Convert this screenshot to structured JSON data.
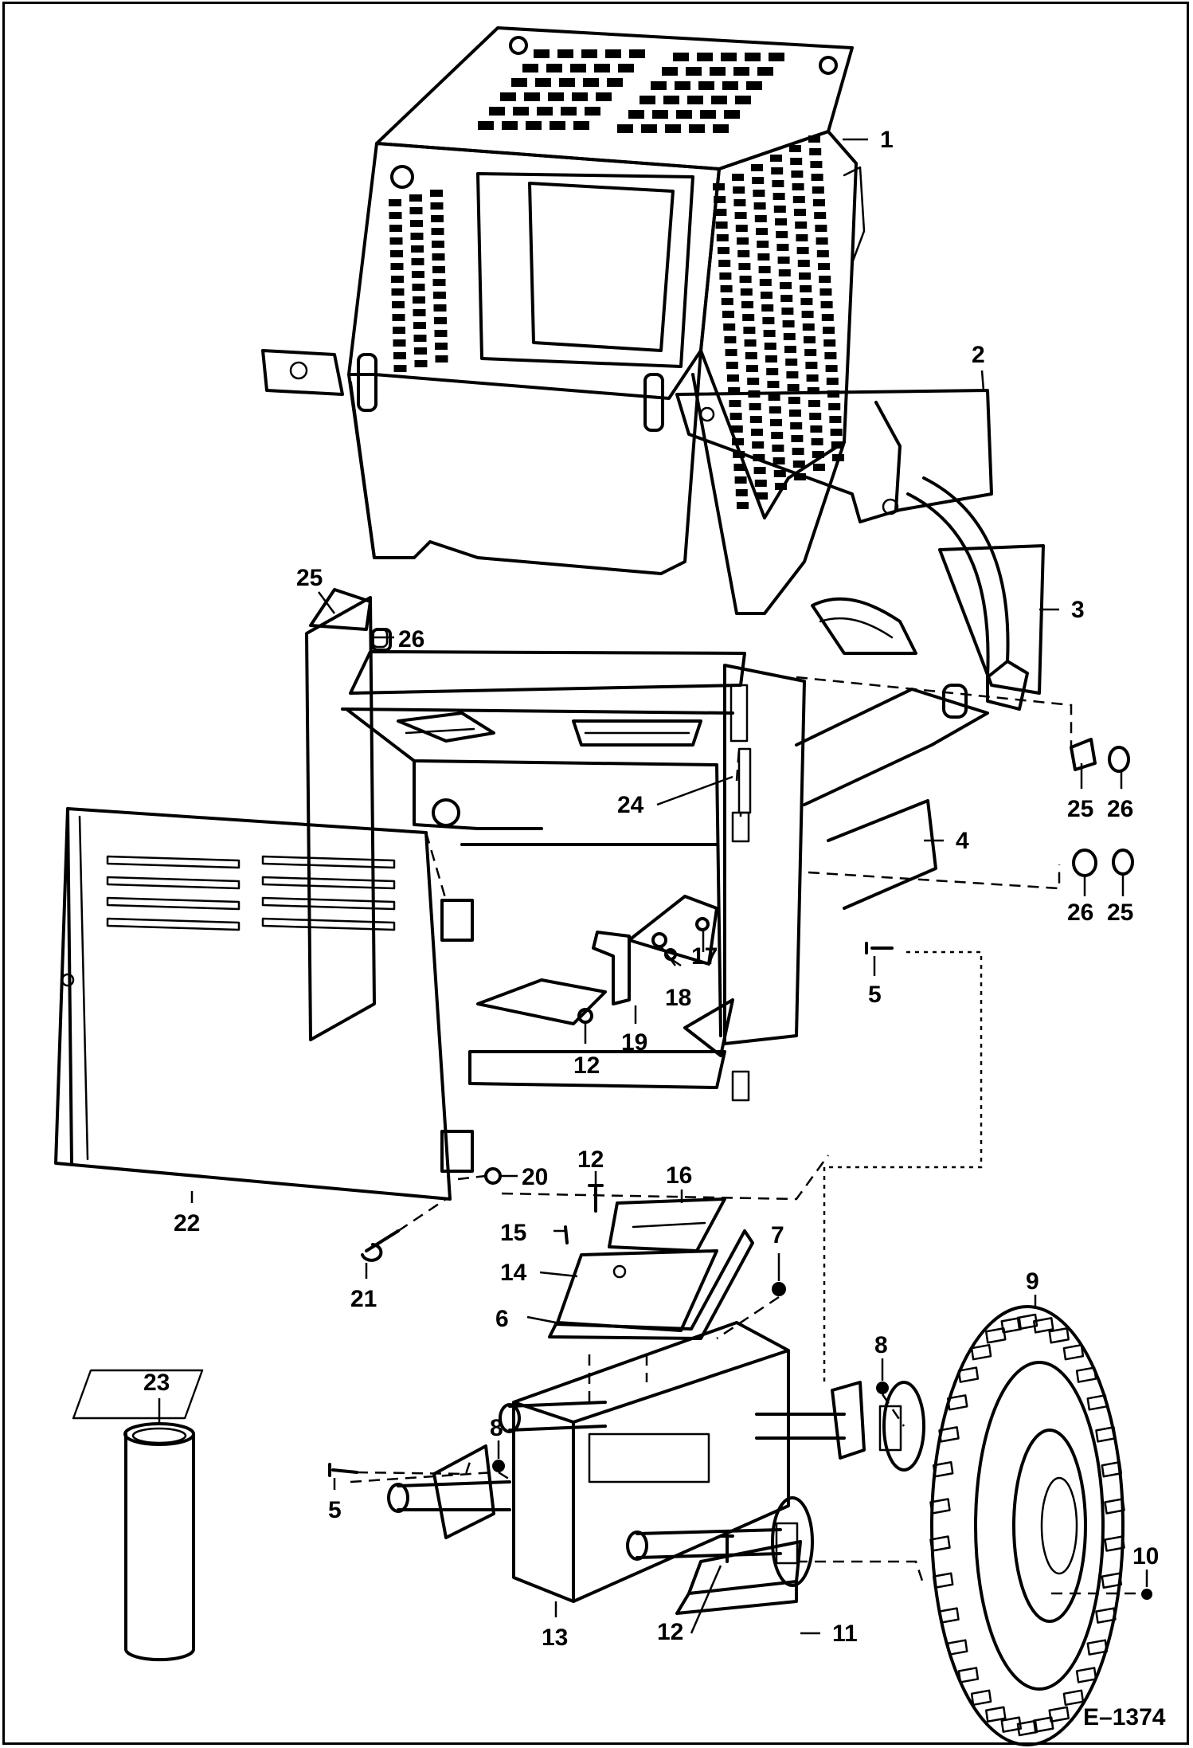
{
  "diagram": {
    "drawing_code": "E–1374",
    "callouts": [
      "1",
      "2",
      "3",
      "4",
      "5",
      "5",
      "6",
      "7",
      "8",
      "8",
      "9",
      "10",
      "11",
      "12",
      "12",
      "12",
      "13",
      "14",
      "15",
      "16",
      "17",
      "18",
      "19",
      "20",
      "21",
      "22",
      "23",
      "24",
      "25",
      "25",
      "25",
      "26",
      "26",
      "26"
    ]
  }
}
